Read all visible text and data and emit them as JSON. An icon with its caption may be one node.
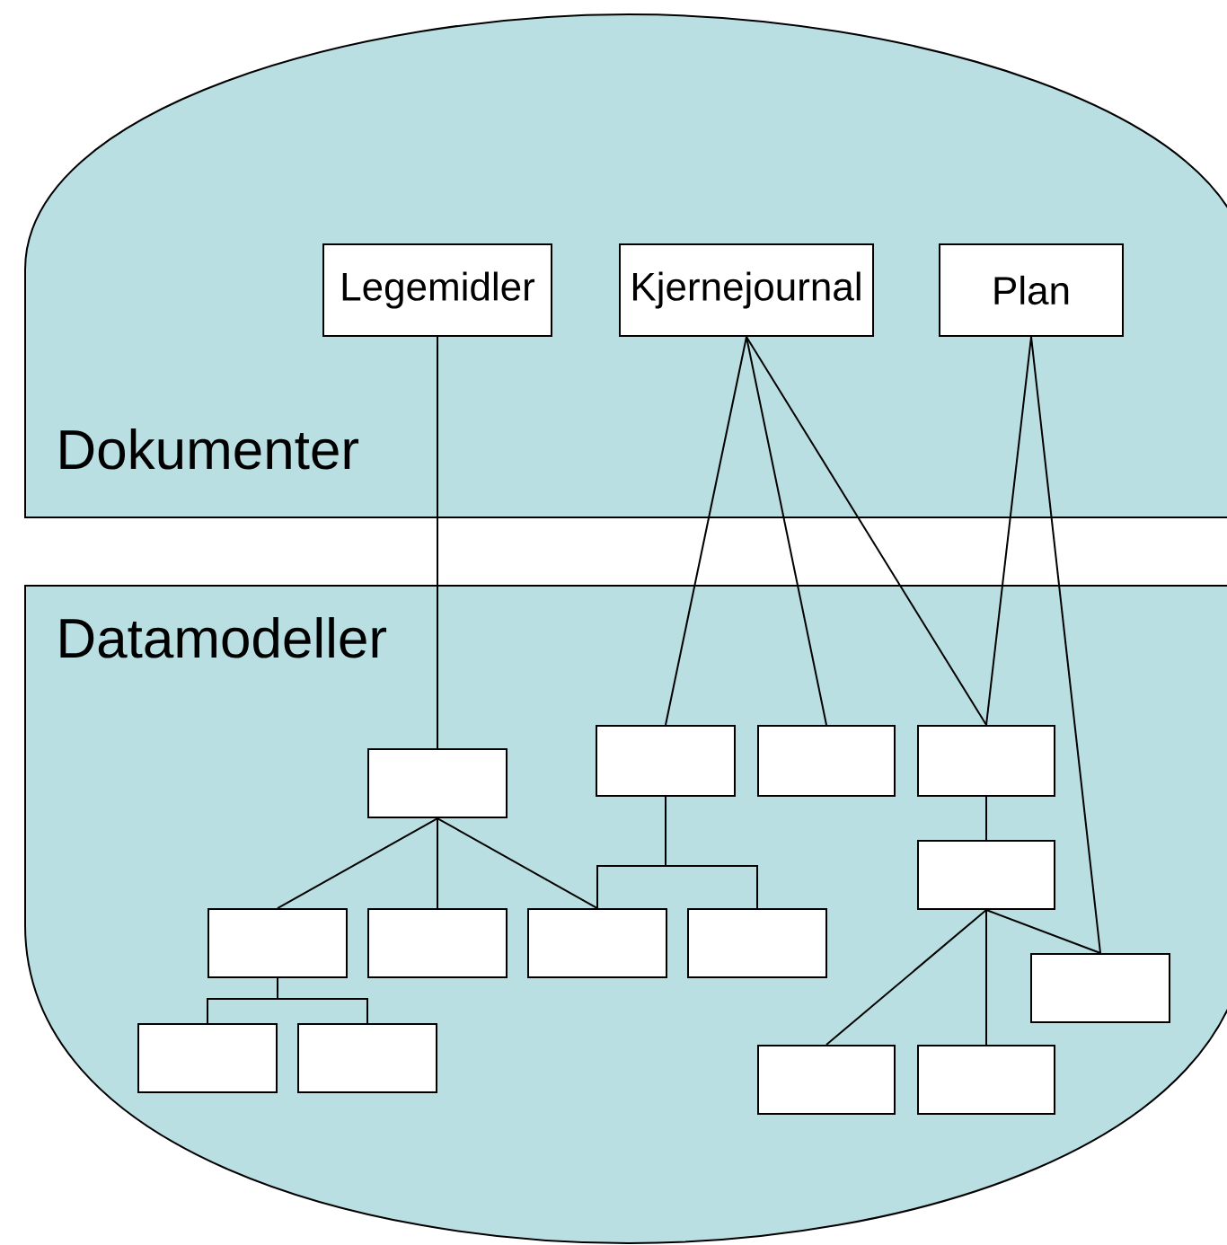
{
  "diagram": {
    "nodes": [
      {
        "text": [
          "Dokumenter"
        ]
      },
      {
        "text": [
          "Legemidler"
        ],
        "in": 0
      },
      {
        "text": [
          "Kjernejournal"
        ],
        "in": 0
      },
      {
        "text": [
          "Plan"
        ],
        "in": 0
      },
      {
        "text": [
          "Datamodeller"
        ]
      },
      {
        "text": [],
        "shape": "box",
        "in": 4
      },
      {
        "text": [],
        "shape": "box",
        "in": 4
      },
      {
        "text": [],
        "shape": "box",
        "in": 4
      },
      {
        "text": [],
        "shape": "box",
        "in": 4
      },
      {
        "text": [],
        "shape": "box",
        "in": 4
      },
      {
        "text": [],
        "shape": "box",
        "in": 4
      },
      {
        "text": [],
        "shape": "box",
        "in": 4
      },
      {
        "text": [],
        "shape": "box",
        "in": 4
      },
      {
        "text": [],
        "shape": "box",
        "in": 4
      },
      {
        "text": [],
        "shape": "box",
        "in": 4
      },
      {
        "text": [],
        "shape": "box",
        "in": 4
      },
      {
        "text": [],
        "shape": "box",
        "in": 4
      },
      {
        "text": [],
        "shape": "box",
        "in": 4
      },
      {
        "text": [],
        "shape": "box",
        "in": 4
      }
    ],
    "edges": [
      {
        "from": 1,
        "to": 8,
        "arrow": "none"
      },
      {
        "from": 2,
        "to": 5,
        "arrow": "none"
      },
      {
        "from": 2,
        "to": 6,
        "arrow": "none"
      },
      {
        "from": 2,
        "to": 7,
        "arrow": "none"
      },
      {
        "from": 3,
        "to": 7,
        "arrow": "none"
      },
      {
        "from": 3,
        "to": 14,
        "arrow": "none"
      },
      {
        "from": 8,
        "to": 10,
        "arrow": "none"
      },
      {
        "from": 8,
        "to": 11,
        "arrow": "none"
      },
      {
        "from": 8,
        "to": 12,
        "arrow": "none"
      },
      {
        "from": 5,
        "to": 12,
        "arrow": "none"
      },
      {
        "from": 5,
        "to": 13,
        "arrow": "none"
      },
      {
        "from": 7,
        "to": 9,
        "arrow": "none"
      },
      {
        "from": 9,
        "to": 17,
        "arrow": "none"
      },
      {
        "from": 9,
        "to": 18,
        "arrow": "none"
      },
      {
        "from": 9,
        "to": 14,
        "arrow": "none"
      },
      {
        "from": 10,
        "to": 15,
        "arrow": "none"
      },
      {
        "from": 10,
        "to": 16,
        "arrow": "none"
      }
    ]
  }
}
